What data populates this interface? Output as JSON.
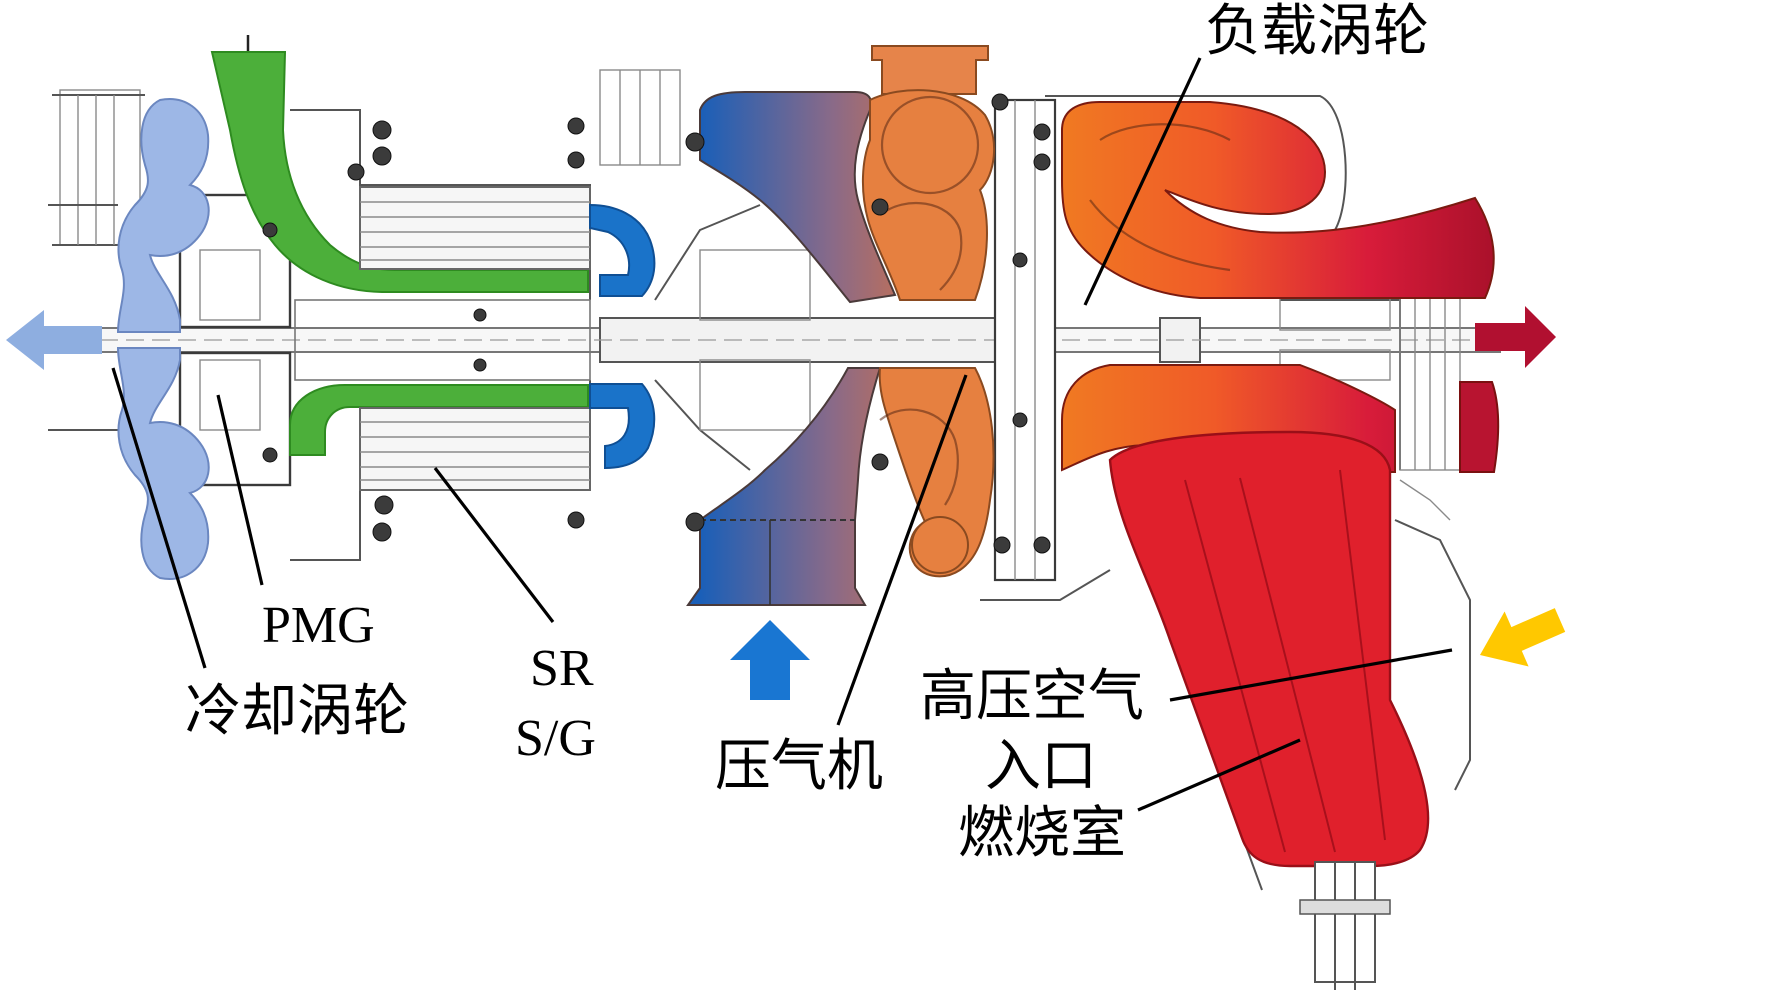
{
  "labels": {
    "load_turbine": "负载涡轮",
    "pmg": "PMG",
    "cooling_turbine": "冷却涡轮",
    "sr": "SR",
    "sg": "S/G",
    "compressor": "压气机",
    "hp_air_line1": "高压空气",
    "hp_air_line2": "入口",
    "combustor": "燃烧室"
  },
  "colors": {
    "cooling_turbine": "#9db7e6",
    "cooling_flow_arrow": "#8eaee0",
    "generator_duct": "#4caf3a",
    "stator_duct": "#1a73c9",
    "compressor_start": "#1a5fb8",
    "compressor_end": "#e88040",
    "turbine_start": "#f07a22",
    "turbine_end": "#a8102a",
    "combustor": "#e0202c",
    "exhaust_arrow": "#b11030",
    "inlet_arrow": "#1976d2",
    "hp_air_arrow": "#ffc800"
  }
}
